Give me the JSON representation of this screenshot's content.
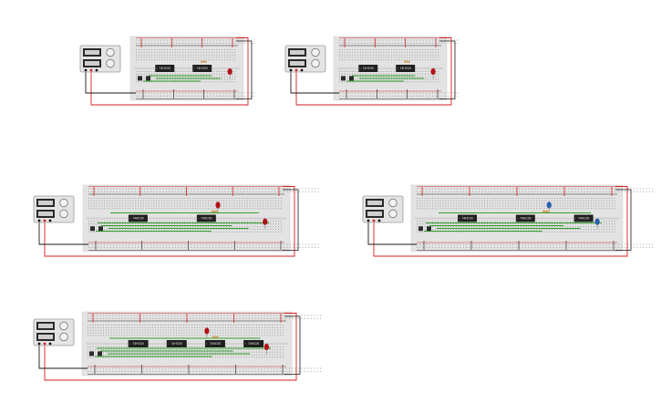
{
  "palette": {
    "board": "#e3e3e3",
    "rail_red": "#d62828",
    "rail_blue": "#2a2a2a",
    "hole": "#8b8b8b",
    "chip": "#1f1f1f",
    "wire_red": "#d81e1e",
    "wire_black": "#1a1a1a",
    "wire_green": "#33a02c",
    "wire_yellow": "#e8d23a",
    "psu_body": "#e4e4e4",
    "led_red": "#b3121a",
    "led_blue": "#2a5fb0"
  },
  "circuits": [
    {
      "id": "circuit-1",
      "chips": [
        "74HC00",
        "74HC00"
      ],
      "leds": [
        "red"
      ]
    },
    {
      "id": "circuit-2",
      "chips": [
        "74HC00",
        "74HC00"
      ],
      "leds": [
        "red"
      ]
    },
    {
      "id": "circuit-3",
      "chips": [
        "74HC00",
        "74HC00"
      ],
      "leds": [
        "red",
        "red"
      ]
    },
    {
      "id": "circuit-4",
      "chips": [
        "74HC00",
        "74HC00",
        "74HC00"
      ],
      "leds": [
        "blue",
        "blue"
      ]
    },
    {
      "id": "circuit-5",
      "chips": [
        "74HC00",
        "74HC00",
        "74HC00",
        "74HC00"
      ],
      "leds": [
        "red",
        "red"
      ]
    }
  ]
}
